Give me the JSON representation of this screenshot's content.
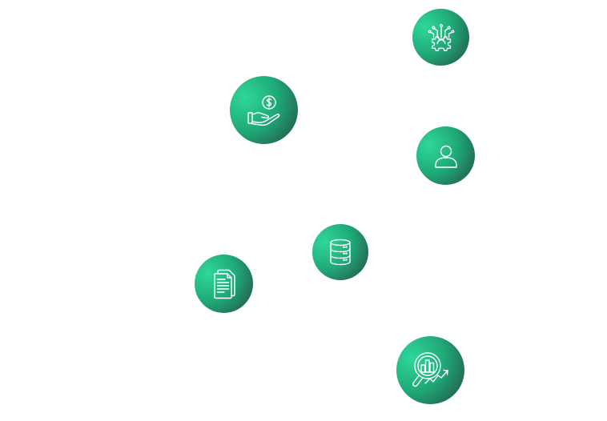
{
  "theme": {
    "gradient_start": "#2fd79b",
    "gradient_mid": "#1fa877",
    "gradient_end": "#273531",
    "icon_color": "#ffffff",
    "background": "#ffffff"
  },
  "bubbles": [
    {
      "id": "gear",
      "icon": "gear-circuit-icon"
    },
    {
      "id": "money",
      "icon": "hand-coin-icon"
    },
    {
      "id": "user",
      "icon": "user-icon"
    },
    {
      "id": "database",
      "icon": "database-icon"
    },
    {
      "id": "document",
      "icon": "document-icon"
    },
    {
      "id": "analytics",
      "icon": "analytics-magnifier-icon"
    }
  ]
}
